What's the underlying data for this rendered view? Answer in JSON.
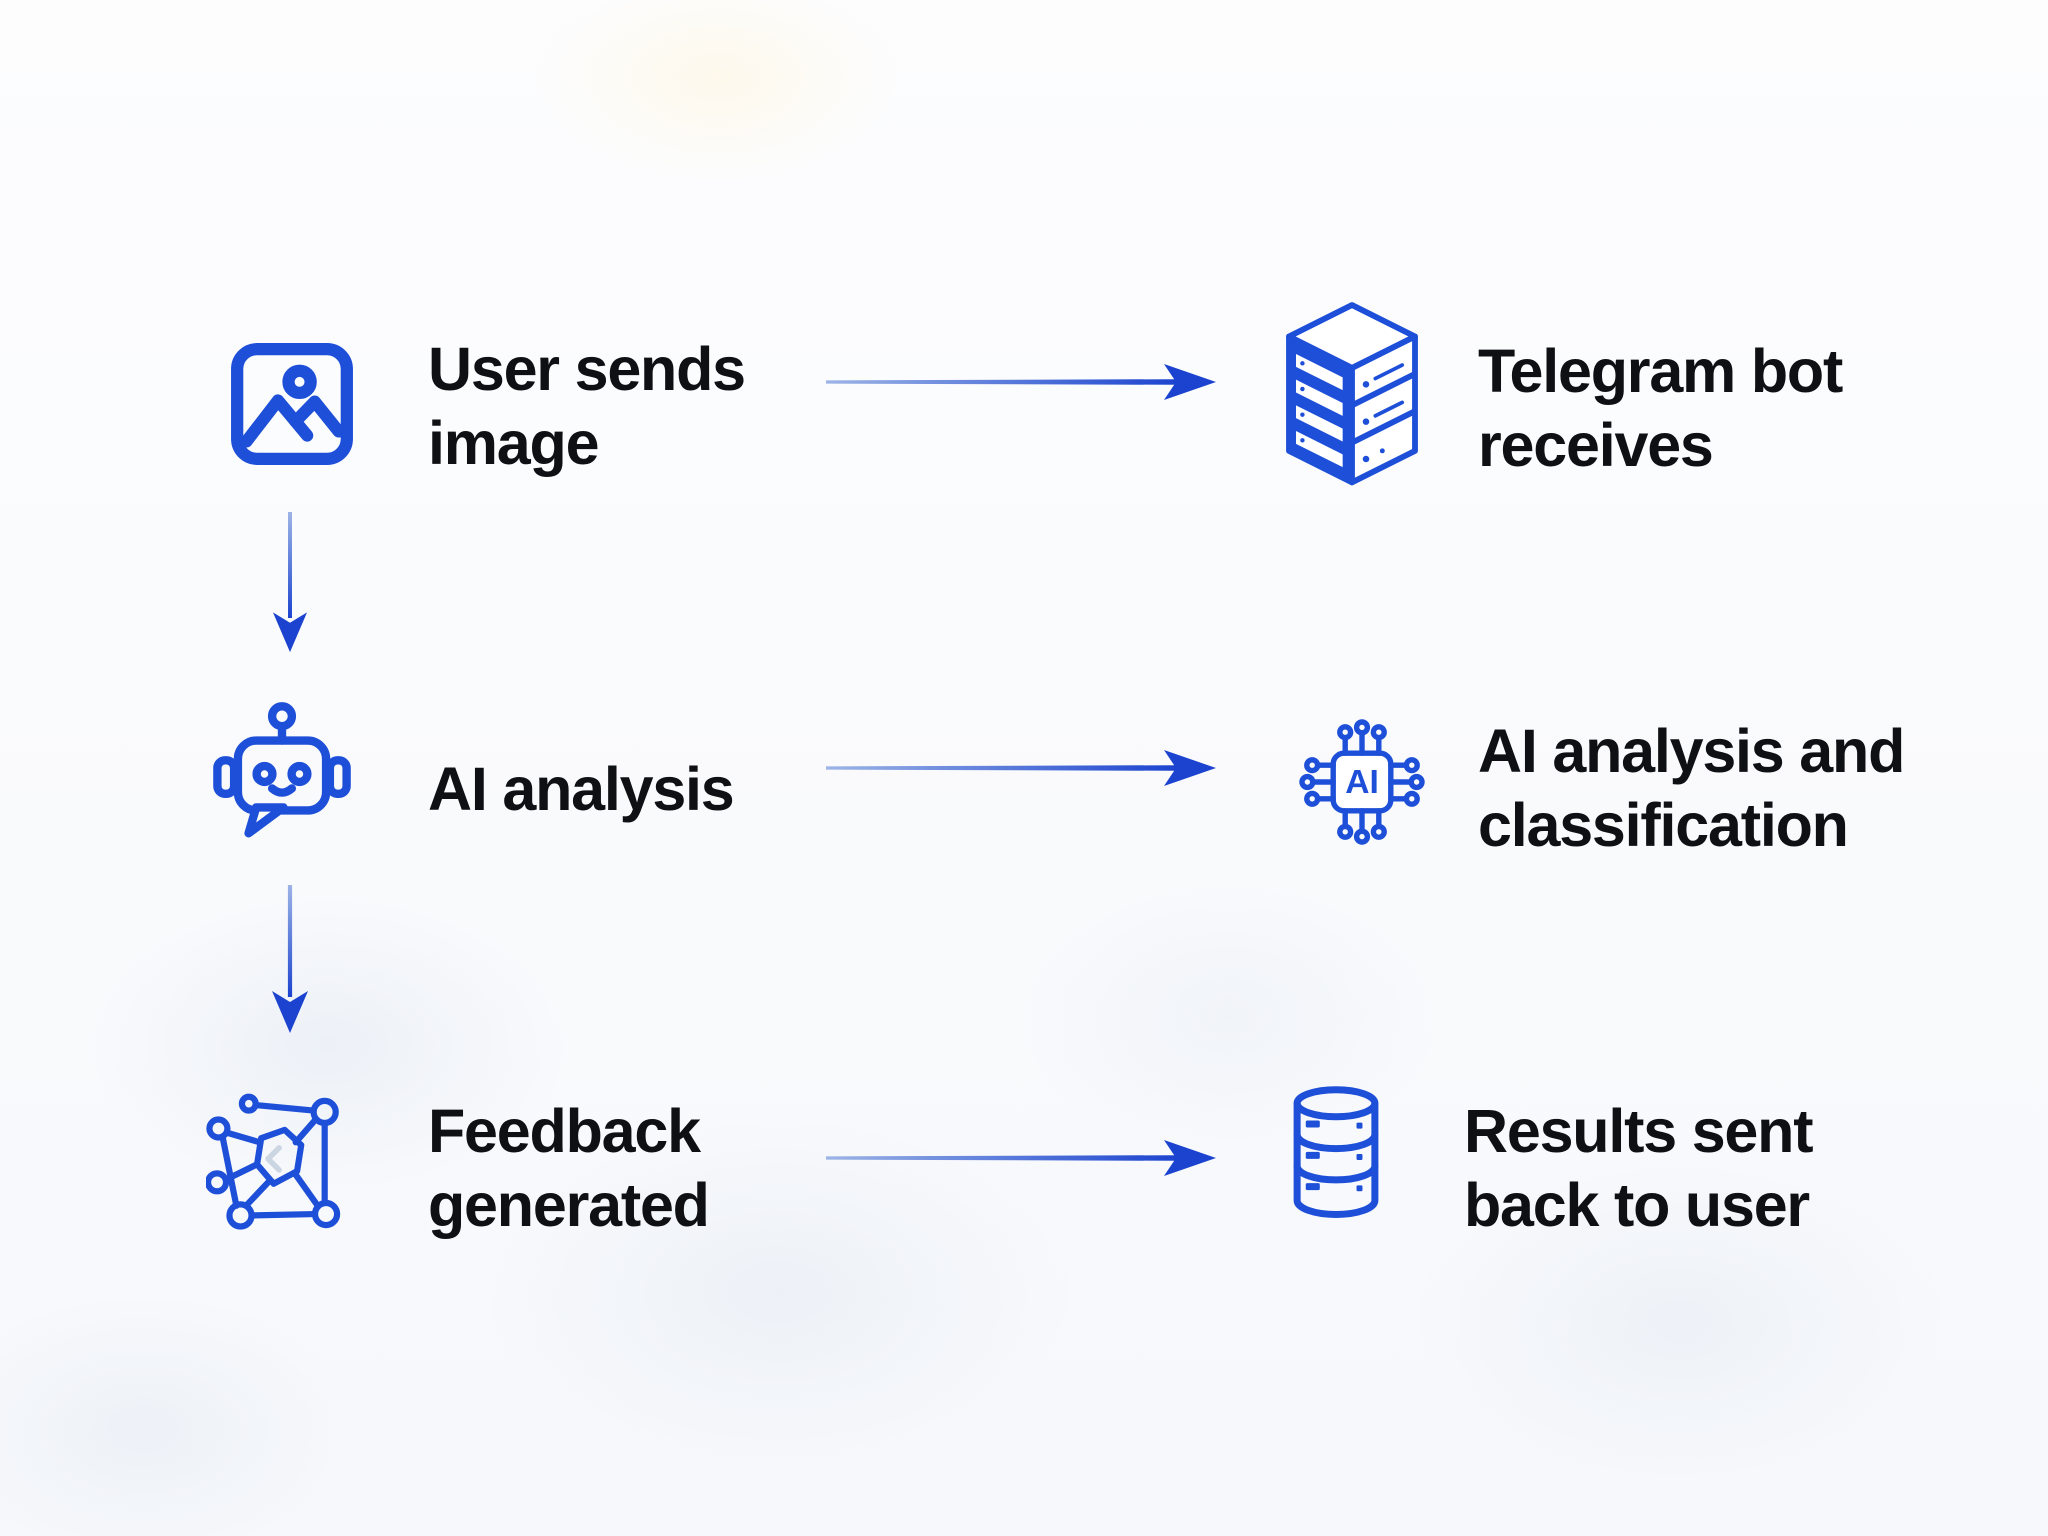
{
  "colors": {
    "accent": "#1e4fd8",
    "arrow_start": "#9cb4e6",
    "arrow_end": "#1b43cf",
    "text": "#0e1013",
    "background": "#fcfdff"
  },
  "icons": {
    "ai_chip_text": "AI"
  },
  "diagram": {
    "rows": [
      {
        "left": {
          "icon": "image-icon",
          "lines": [
            "User sends",
            "image"
          ]
        },
        "right": {
          "icon": "server-icon",
          "lines": [
            "Telegram bot",
            "receives"
          ]
        }
      },
      {
        "left": {
          "icon": "robot-icon",
          "lines": [
            "AI analysis"
          ]
        },
        "right": {
          "icon": "ai-chip-icon",
          "lines": [
            "AI analysis and",
            "classification"
          ]
        }
      },
      {
        "left": {
          "icon": "network-icon",
          "lines": [
            "Feedback",
            "generated"
          ]
        },
        "right": {
          "icon": "database-icon",
          "lines": [
            "Results sent",
            "back to user"
          ]
        }
      }
    ]
  }
}
